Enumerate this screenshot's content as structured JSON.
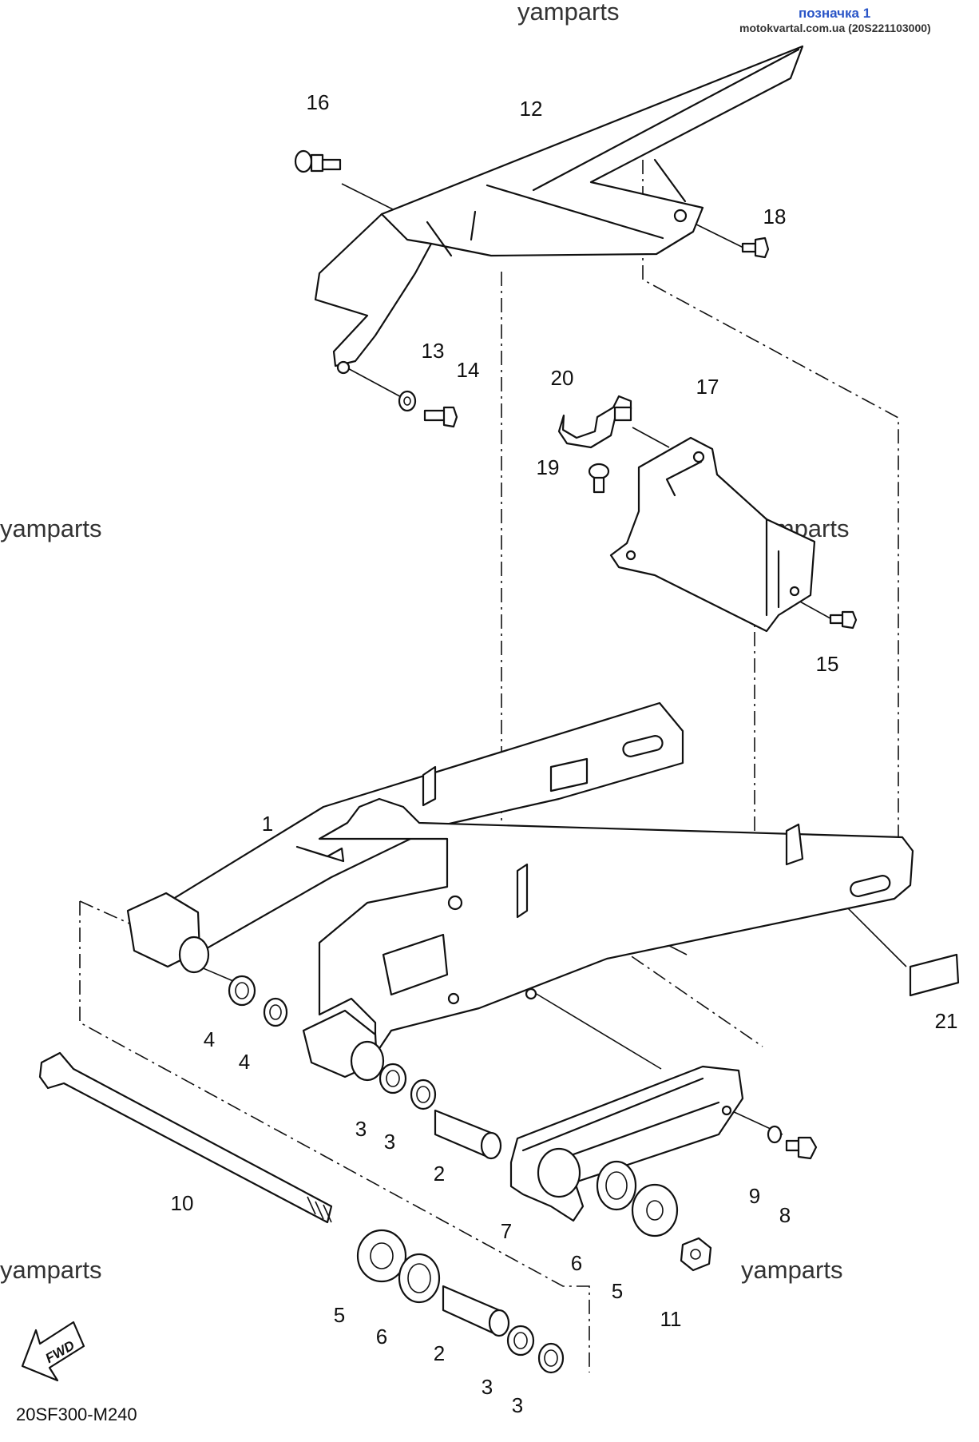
{
  "header": {
    "mark_label": "позначка 1",
    "site_ref": "motokvartal.com.ua (20S221103000)"
  },
  "watermark": "yamparts",
  "diagram_code": "20SF300-M240",
  "fwd_label": "FWD",
  "callouts": [
    "1",
    "2",
    "2",
    "3",
    "3",
    "3",
    "3",
    "4",
    "4",
    "5",
    "5",
    "6",
    "6",
    "7",
    "8",
    "9",
    "10",
    "11",
    "12",
    "13",
    "14",
    "15",
    "16",
    "17",
    "18",
    "19",
    "20",
    "21"
  ]
}
